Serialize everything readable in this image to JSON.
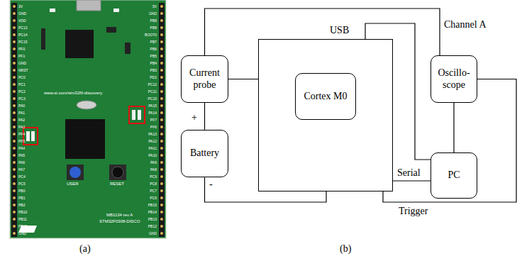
{
  "diagram": {
    "nodes": [
      {
        "text": [
          "Current probe"
        ]
      },
      {
        "text": [
          "Battery"
        ]
      },
      {
        "text": [
          "USB"
        ]
      },
      {
        "text": [
          "Cortex M0"
        ],
        "in": 2
      },
      {
        "text": [
          "Oscillo- scope"
        ]
      },
      {
        "text": [
          "PC"
        ]
      }
    ],
    "edges": [
      {
        "from": 1,
        "to": 0,
        "arrow": "none"
      },
      {
        "from": 0,
        "to": 2,
        "arrow": "none"
      },
      {
        "from": 1,
        "to": 2,
        "arrow": "none"
      },
      {
        "from": 0,
        "to": 4,
        "label": "Channel A",
        "arrow": "none"
      },
      {
        "from": 2,
        "to": 5,
        "label": "Serial",
        "arrow": "none"
      },
      {
        "from": 2,
        "to": 5,
        "arrow": "none"
      },
      {
        "from": 4,
        "to": 5,
        "arrow": "none"
      },
      {
        "from": 2,
        "to": 4,
        "label": "Trigger",
        "arrow": "none"
      }
    ],
    "labels": [
      "(a)",
      "(b)",
      "+",
      "-",
      "www.st.com/stm32f0-discovery",
      "USER",
      "RESET",
      "MB1134 rev A",
      "STM32F0308-DISCO",
      "3V",
      "GND",
      "VDD",
      "PC13",
      "PC14",
      "PC15",
      "PF0",
      "PF1",
      "GND",
      "NRST",
      "PC0",
      "PC1",
      "PC2",
      "PC3",
      "PA0",
      "PA1",
      "PA2",
      "PA3",
      "PF4",
      "PF5",
      "PA4",
      "PA5",
      "PA6",
      "PA7",
      "PC4",
      "PC5",
      "PB0",
      "PB1",
      "PB2",
      "PB10",
      "PB11",
      "PB12",
      "GND",
      "5V",
      "GND",
      "PB9",
      "PB8",
      "BOOT0",
      "PB7",
      "PB6",
      "PB5",
      "PB4",
      "PB3",
      "PD2",
      "PC12",
      "PC11",
      "PC10",
      "PA15",
      "PA14",
      "PF7",
      "PF6",
      "PA13",
      "PA12",
      "PA11",
      "PA10",
      "PA9",
      "PA8",
      "PC9",
      "PC8",
      "PC7",
      "PC6",
      "PB15",
      "PB14",
      "PB13",
      "PB12",
      "GND"
    ]
  }
}
